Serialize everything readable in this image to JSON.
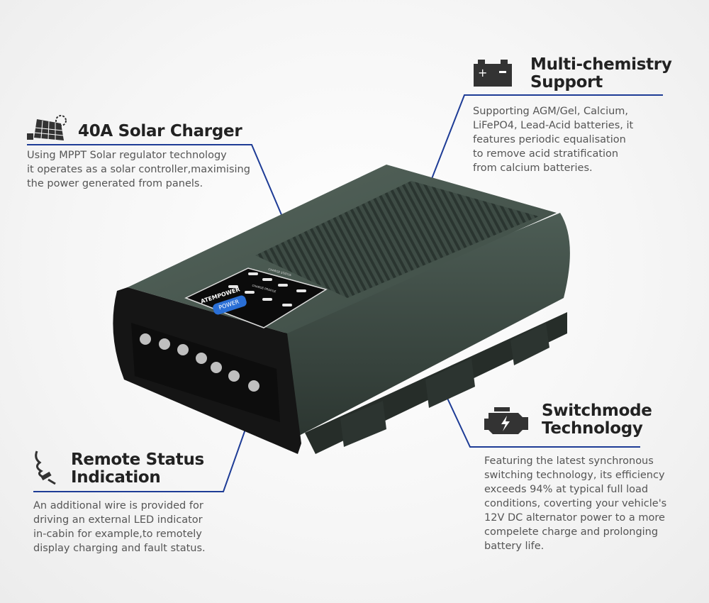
{
  "features": [
    {
      "title": "40A Solar Charger",
      "description": "Using MPPT Solar regulator technology\nit operates as a solar controller,maximising\nthe power generated from panels.",
      "icon": "solar-panel-icon"
    },
    {
      "title": "Multi-chemistry\nSupport",
      "description": "Supporting AGM/Gel, Calcium,\nLiFePO4, Lead-Acid batteries, it\nfeatures periodic equalisation\nto remove acid stratification\nfrom calcium batteries.",
      "icon": "battery-icon"
    },
    {
      "title": "Switchmode\nTechnology",
      "description": "Featuring the latest synchronous\nswitching technology, its efficiency\nexceeds 94% at typical full load\nconditions, coverting your vehicle's\n12V DC alternator power to a more\ncompelete charge and prolonging\nbattery life.",
      "icon": "engine-icon"
    },
    {
      "title": "Remote Status\nIndication",
      "description": "An additional wire is provided for\ndriving an external LED indicator\nin-cabin for example,to remotely\ndisplay charging and fault status.",
      "icon": "light-bulb-icon"
    }
  ],
  "product": {
    "brand": "ATEMPOWER",
    "power_label": "POWER",
    "charge_status_label": "CHARGE STATUS",
    "charge_profile_label": "CHARGE PROFILE"
  },
  "colors": {
    "accent_line": "#1e3c96",
    "device_body": "#4a5a52",
    "device_front": "#1a1a1a",
    "power_button": "#2a6fd6"
  }
}
